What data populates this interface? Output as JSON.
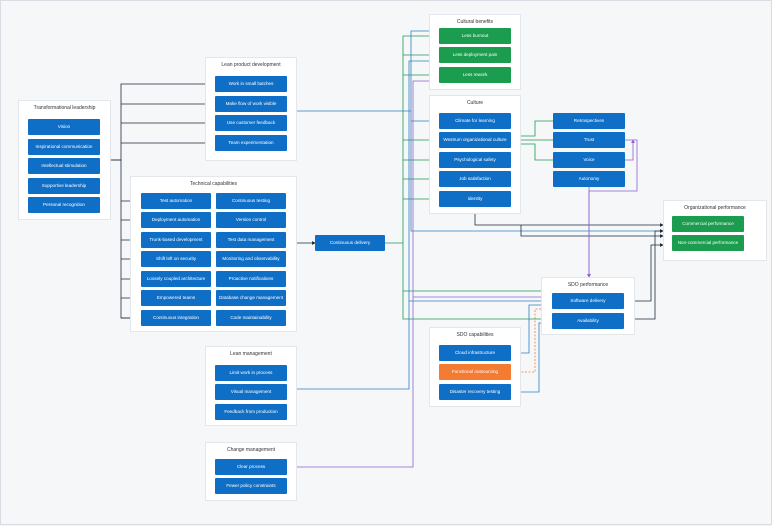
{
  "colors": {
    "blue": "#0f6fc6",
    "green": "#1b9c4f",
    "orange": "#f47b32",
    "wire_dark": "#1f2d3d",
    "wire_blue": "#2f7fc1",
    "wire_green": "#1b9c4f",
    "wire_purple": "#8a63d2",
    "wire_orange": "#f47b32"
  },
  "groups": {
    "transformational": {
      "title": "Transformational leadership",
      "items": [
        "Vision",
        "Inspirational communication",
        "Intellectual stimulation",
        "Supportive leadership",
        "Personal recognition"
      ]
    },
    "lean_product": {
      "title": "Lean product development",
      "items": [
        "Work in small batches",
        "Make flow of work visible",
        "Use customer feedback",
        "Team experimentation"
      ]
    },
    "technical": {
      "title": "Technical capabilities",
      "items_left": [
        "Test automation",
        "Deployment automation",
        "Trunk-based development",
        "Shift left on security",
        "Loosely coupled architecture",
        "Empowered teams",
        "Continuous integration"
      ],
      "items_right": [
        "Continuous testing",
        "Version control",
        "Test data management",
        "Monitoring and observability",
        "Proactive notifications",
        "Database change management",
        "Code maintainability"
      ]
    },
    "lean_management": {
      "title": "Lean management",
      "items": [
        "Limit work in process",
        "Visual management",
        "Feedback from production"
      ]
    },
    "change_management": {
      "title": "Change management",
      "items": [
        "Clear process",
        "Fewer policy constraints"
      ]
    },
    "cultural_benefits": {
      "title": "Cultural benefits",
      "items": [
        "Less burnout",
        "Less deployment pain",
        "Less rework"
      ]
    },
    "culture": {
      "title": "Culture",
      "items": [
        "Climate for learning",
        "Westrum organizational culture",
        "Psychological safety",
        "Job satisfaction",
        "Identity"
      ]
    },
    "culture_side": {
      "items": [
        "Retrospectives",
        "Trust",
        "Voice",
        "Autonomy"
      ]
    },
    "sdo": {
      "title": "SDO performance",
      "items": [
        "Software delivery",
        "Availability"
      ]
    },
    "sdo_capabilities": {
      "title": "SDO capabilities",
      "items": [
        "Cloud infrastructure",
        "Functional outsourcing",
        "Disaster recovery testing"
      ]
    },
    "org_performance": {
      "title": "Organizational performance",
      "items": [
        "Commercial performance",
        "Non-commercial performance"
      ]
    }
  },
  "continuous_delivery": "Continuous delivery"
}
